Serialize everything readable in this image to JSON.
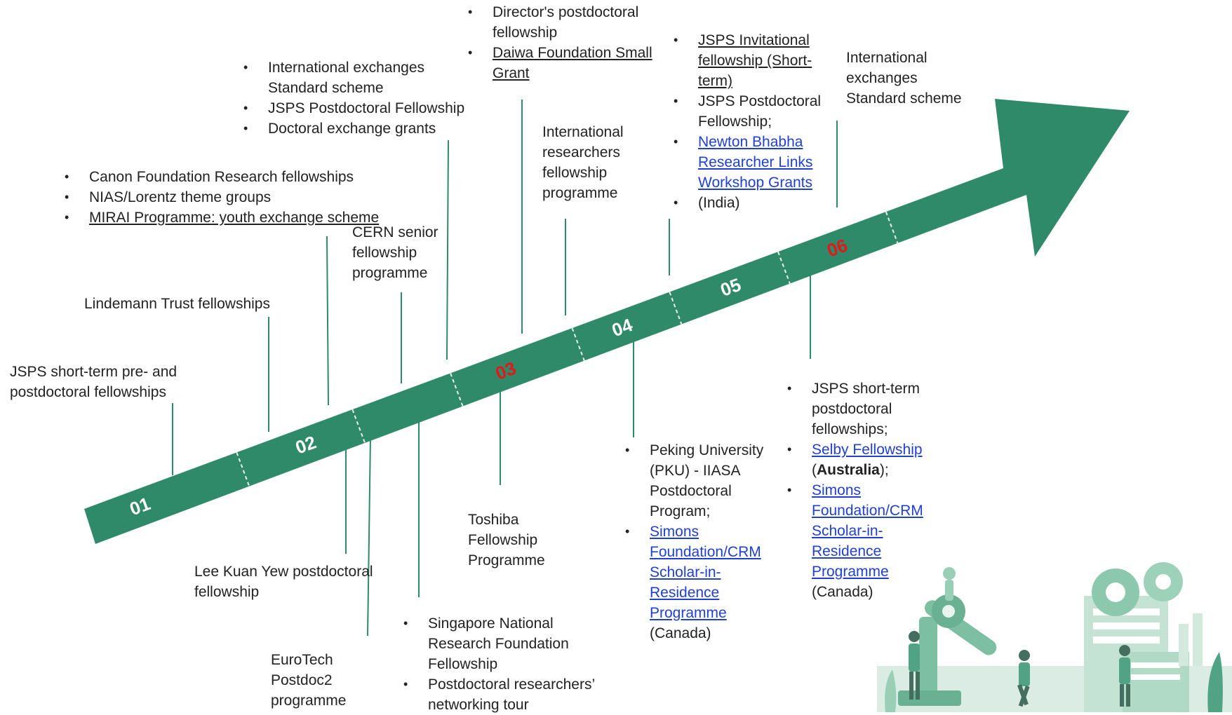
{
  "colors": {
    "arrow_fill": "#2f8a6a",
    "connector": "#2f8a6a",
    "divider": "#e8f3ee",
    "stage_label_light": "#ffffff",
    "stage_label_accent": "#e01a1a",
    "link": "#1f3fd6",
    "text": "#222222"
  },
  "stages": [
    {
      "label": "01",
      "accent": false
    },
    {
      "label": "02",
      "accent": false
    },
    {
      "label": "03",
      "accent": true
    },
    {
      "label": "04",
      "accent": false
    },
    {
      "label": "05",
      "accent": false
    },
    {
      "label": "06",
      "accent": true
    }
  ],
  "callouts": {
    "jsps_short_pre": "JSPS short-term pre- and postdoctoral fellowships",
    "lindemann": "Lindemann Trust fellowships",
    "canon_list": [
      {
        "text": "Canon Foundation Research fellowships",
        "style": "plain"
      },
      {
        "text": "NIAS/Lorentz theme groups",
        "style": "plain"
      },
      {
        "text": "MIRAI Programme: youth exchange scheme",
        "style": "underline"
      }
    ],
    "intl_list": [
      {
        "text": "International exchanges Standard scheme",
        "style": "plain"
      },
      {
        "text": "JSPS Postdoctoral Fellowship",
        "style": "plain"
      },
      {
        "text": "Doctoral exchange grants",
        "style": "plain"
      }
    ],
    "cern": "CERN senior fellowship programme",
    "director_list": [
      {
        "text": "Director's postdoctoral fellowship",
        "style": "plain"
      },
      {
        "text": "Daiwa Foundation Small Grant",
        "style": "underline"
      }
    ],
    "intl_researchers": "International researchers fellowship programme",
    "jsps_inv_list": [
      {
        "text": "JSPS Invitational fellowship (Short-term)",
        "style": "underline"
      },
      {
        "text": "JSPS Postdoctoral Fellowship;",
        "style": "plain"
      },
      {
        "text": "Newton Bhabha Researcher Links Workshop Grants",
        "style": "link"
      },
      {
        "text": "(India)",
        "style": "plain"
      }
    ],
    "intl_exchanges_top": "International exchanges Standard scheme",
    "lee_kuan_yew": "Lee Kuan Yew postdoctoral fellowship",
    "eurotech": "EuroTech Postdoc2 programme",
    "singapore_list": [
      {
        "text": "Singapore National Research Foundation Fellowship",
        "style": "plain"
      },
      {
        "text": "Postdoctoral researchers’ networking tour",
        "style": "plain"
      }
    ],
    "toshiba": "Toshiba Fellowship Programme",
    "peking": {
      "item1": "Peking University (PKU) - IIASA Postdoctoral Program;",
      "item2_link": "Simons Foundation/CRM Scholar-in-Residence Programme",
      "item2_suffix": "(Canada)"
    },
    "jsps_short_post": {
      "item1": "JSPS short-term postdoctoral fellowships;",
      "item2_link": "Selby Fellowship",
      "item2_open": "(",
      "item2_bold": "Australia",
      "item2_close": ");",
      "item3_link": "Simons Foundation/CRM Scholar-in-Residence Programme",
      "item3_suffix": "(Canada)"
    }
  }
}
